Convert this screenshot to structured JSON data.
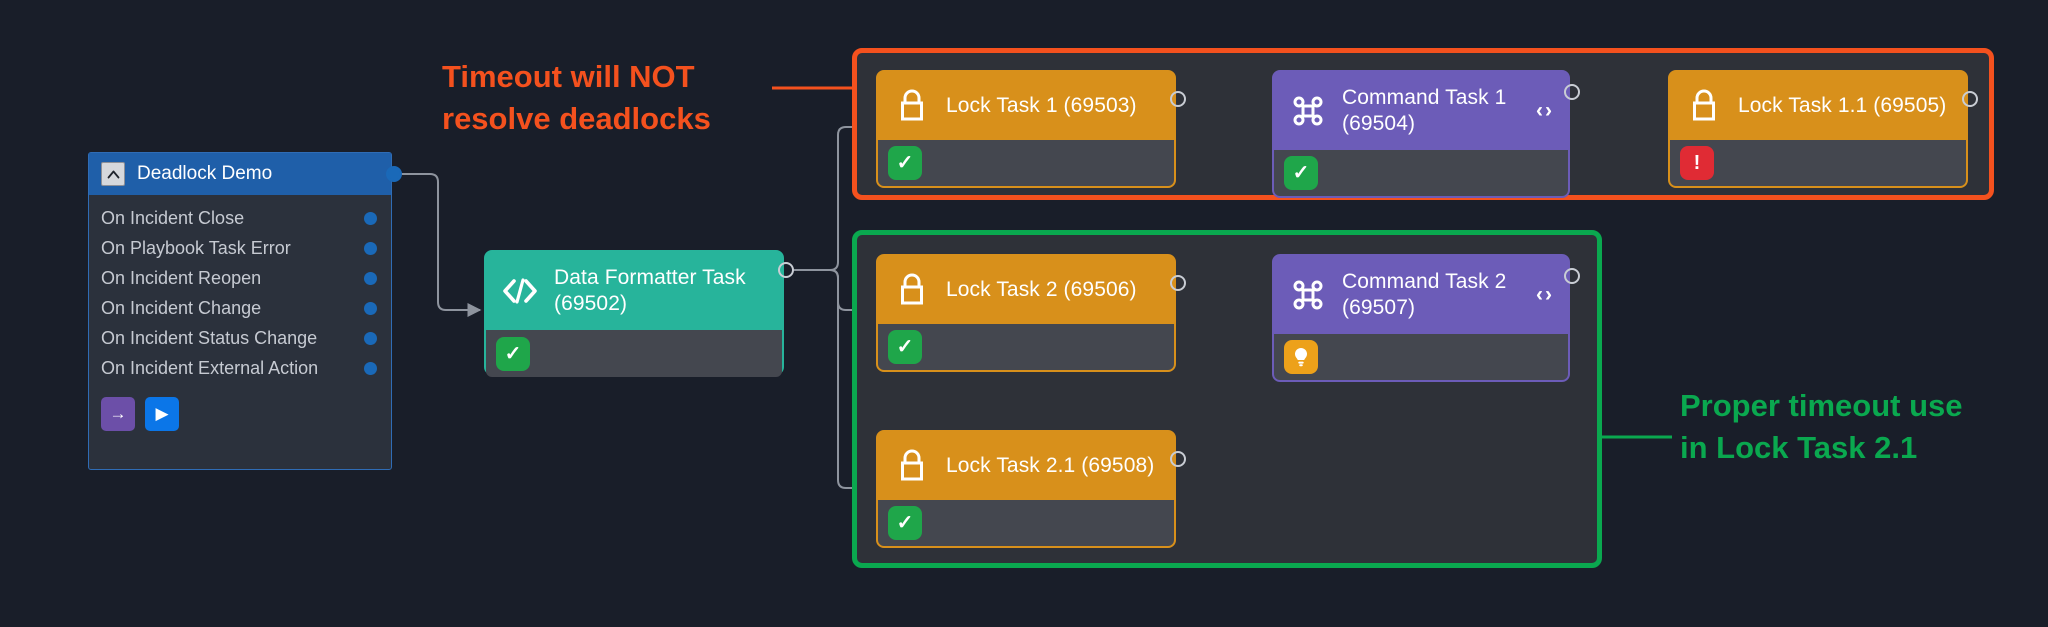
{
  "canvas": {
    "background": "#191e29",
    "accents": {
      "orange": "#f4511e",
      "green": "#0aa84f",
      "lock": "#d8901b",
      "command": "#6c5cb8",
      "formatter": "#27b49b",
      "trigger_header": "#1f5fa9"
    }
  },
  "trigger_node": {
    "title": "Deadlock Demo",
    "collapse_icon": "chevron-up-icon",
    "items": [
      {
        "label": "On Incident Close"
      },
      {
        "label": "On Playbook Task Error"
      },
      {
        "label": "On Incident Reopen"
      },
      {
        "label": "On Incident Change"
      },
      {
        "label": "On Incident Status Change"
      },
      {
        "label": "On Incident External Action"
      }
    ],
    "buttons": [
      {
        "name": "next-step-button",
        "icon": "arrow-right-icon",
        "glyph": "→",
        "color": "#6c4fa8"
      },
      {
        "name": "run-button",
        "icon": "play-icon",
        "glyph": "▶",
        "color": "#0b76e8"
      }
    ]
  },
  "formatter_node": {
    "title": "Data Formatter Task",
    "id": "(69502)",
    "icon": "code-icon",
    "status": {
      "type": "ok",
      "icon": "check-icon",
      "glyph": "✓"
    }
  },
  "groups": {
    "orange": {
      "label": "deadlock-group",
      "color": "#f4511e"
    },
    "green": {
      "label": "proper-timeout-group",
      "color": "#0aa84f"
    }
  },
  "nodes": [
    {
      "key": "lock_task_1",
      "title": "Lock Task 1",
      "id": "(69503)",
      "type": "lock",
      "icon": "lock-icon",
      "status": {
        "type": "ok",
        "icon": "check-icon",
        "glyph": "✓"
      },
      "header_right": ""
    },
    {
      "key": "command_task_1",
      "title": "Command Task 1",
      "id": "(69504)",
      "type": "command",
      "icon": "command-icon",
      "status": {
        "type": "ok",
        "icon": "check-icon",
        "glyph": "✓"
      },
      "header_right": "‹›"
    },
    {
      "key": "lock_task_1_1",
      "title": "Lock Task 1.1",
      "id": "(69505)",
      "type": "lock",
      "icon": "lock-icon",
      "status": {
        "type": "error",
        "icon": "exclamation-icon",
        "glyph": "!"
      },
      "header_right": ""
    },
    {
      "key": "lock_task_2",
      "title": "Lock Task 2",
      "id": "(69506)",
      "type": "lock",
      "icon": "lock-icon",
      "status": {
        "type": "ok",
        "icon": "check-icon",
        "glyph": "✓"
      },
      "header_right": ""
    },
    {
      "key": "command_task_2",
      "title": "Command Task 2",
      "id": "(69507)",
      "type": "command",
      "icon": "command-icon",
      "status": {
        "type": "warning",
        "icon": "lightbulb-icon",
        "glyph": ""
      },
      "header_right": "‹›"
    },
    {
      "key": "lock_task_2_1",
      "title": "Lock Task 2.1",
      "id": "(69508)",
      "type": "lock",
      "icon": "lock-icon",
      "status": {
        "type": "ok",
        "icon": "check-icon",
        "glyph": "✓"
      },
      "header_right": ""
    }
  ],
  "annotations": {
    "orange": {
      "line1": "Timeout will NOT",
      "line2": "resolve deadlocks",
      "color": "#f4511e"
    },
    "green": {
      "line1": "Proper timeout use",
      "line2": "in Lock Task 2.1",
      "color": "#0aa84f"
    }
  }
}
